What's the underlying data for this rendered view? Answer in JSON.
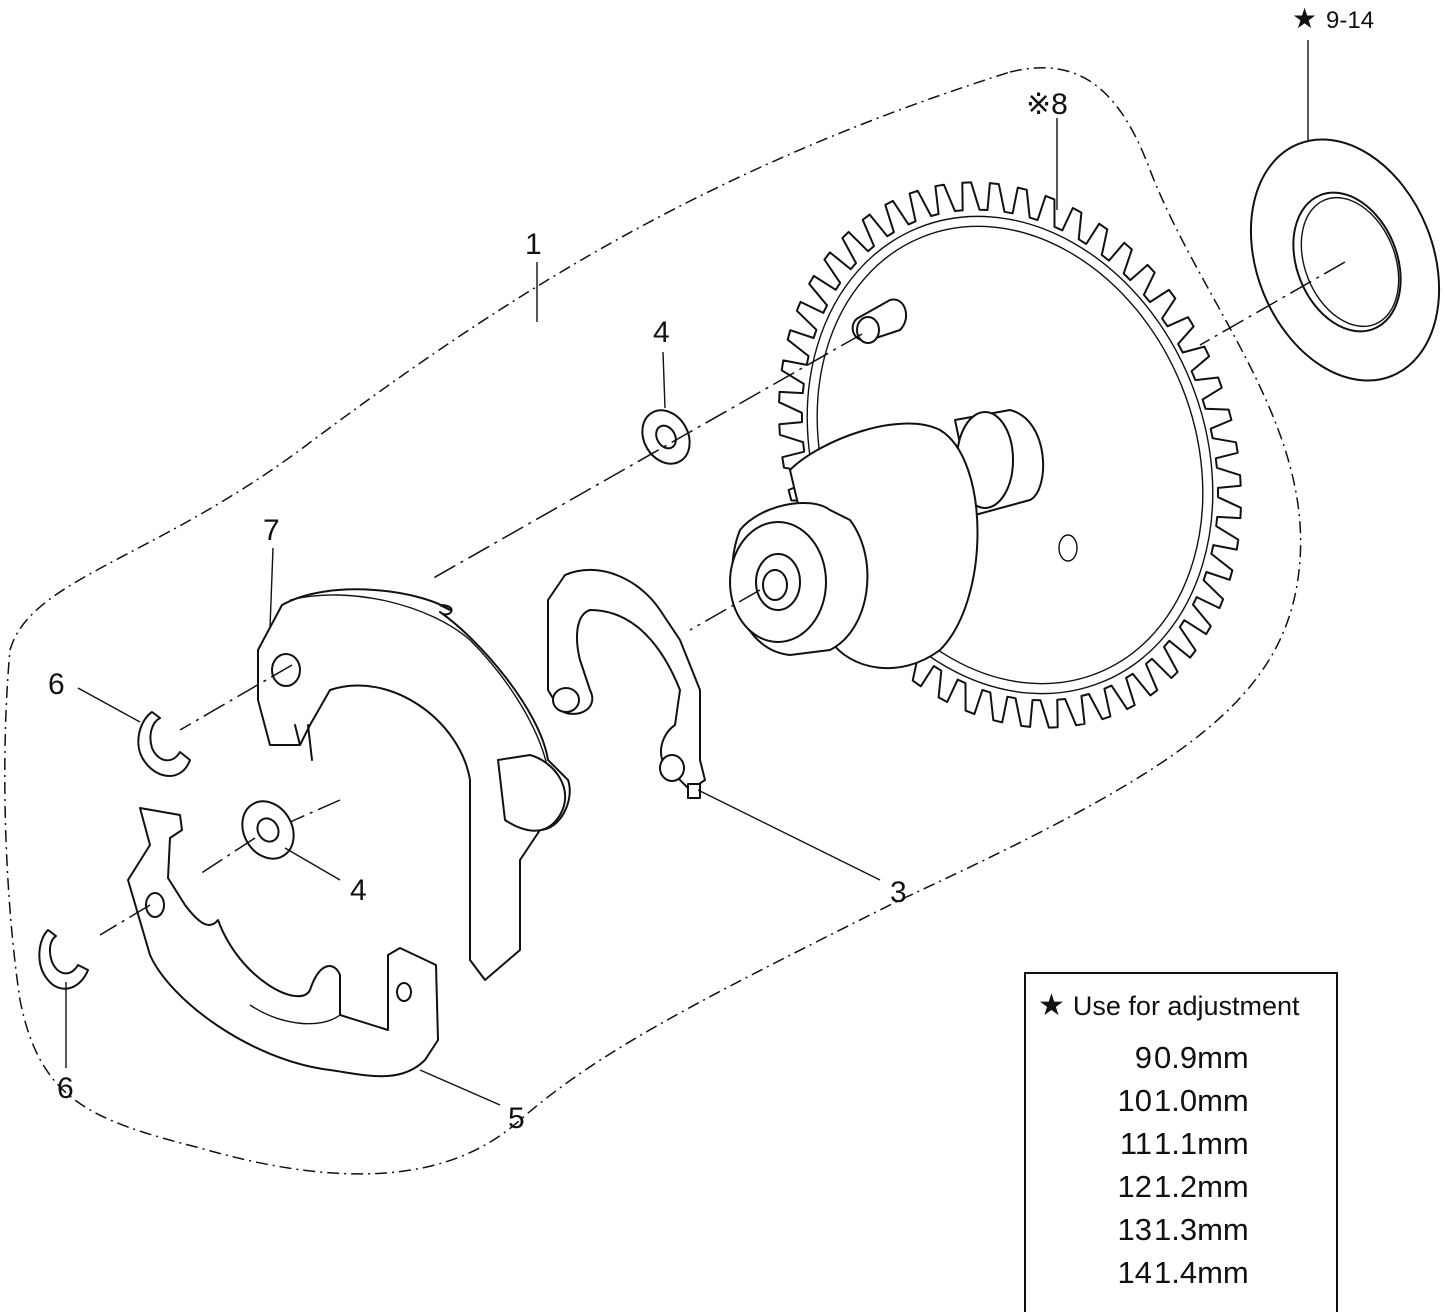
{
  "callouts": {
    "assembly": "1",
    "lever": "3",
    "washer_upper": "4",
    "washer_lower": "4",
    "bracket": "5",
    "clip_upper": "6",
    "clip_lower": "6",
    "cover": "7",
    "gear": "※8",
    "shim": "9-14"
  },
  "legend": {
    "title": "Use for adjustment",
    "rows": [
      {
        "num": "9",
        "value": "0.9mm"
      },
      {
        "num": "10",
        "value": "1.0mm"
      },
      {
        "num": "11",
        "value": "1.1mm"
      },
      {
        "num": "12",
        "value": "1.2mm"
      },
      {
        "num": "13",
        "value": "1.3mm"
      },
      {
        "num": "14",
        "value": "1.4mm"
      }
    ]
  },
  "icons": {
    "legend_star": "star-icon",
    "shim_star": "star-icon"
  }
}
